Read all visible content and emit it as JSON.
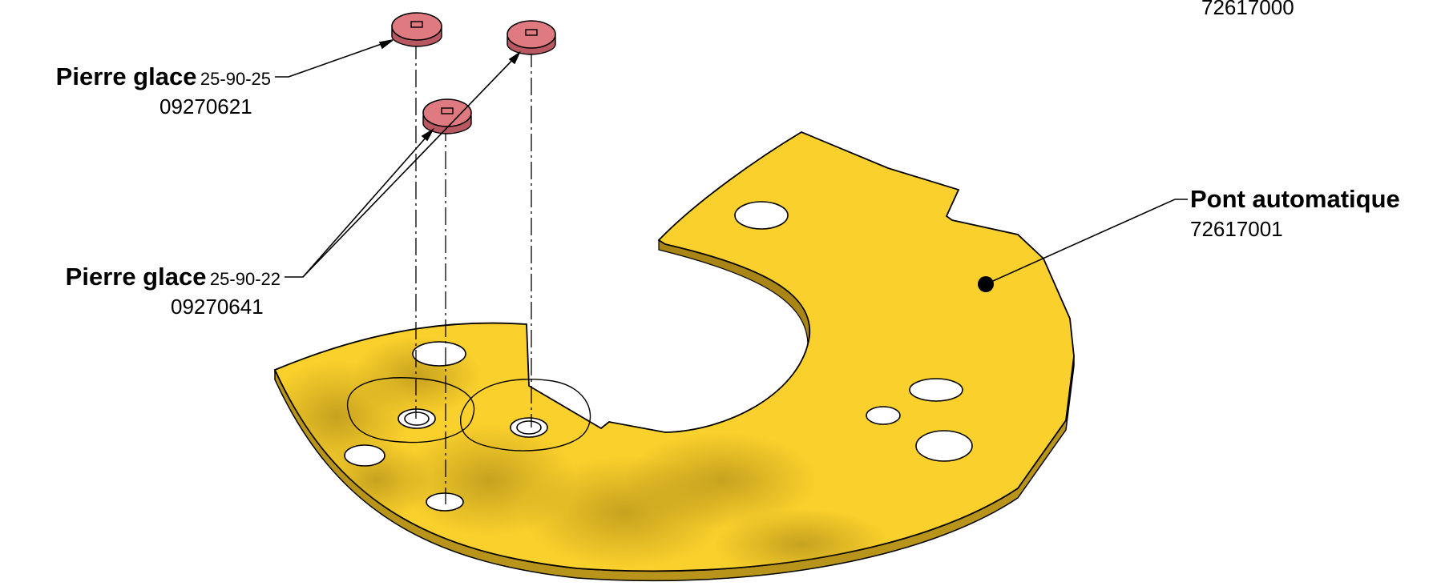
{
  "assembly_number": "72617000",
  "parts": {
    "jewel_1": {
      "name": "Pierre glace",
      "size": "25-90-25",
      "number": "09270621"
    },
    "jewel_2": {
      "name": "Pierre glace",
      "size": "25-90-22",
      "number": "09270641"
    },
    "bridge": {
      "name": "Pont automatique",
      "number": "72617001"
    }
  },
  "colors": {
    "bridge_top": "#FAD02C",
    "bridge_side": "#B8941A",
    "bridge_shadow": "#C9A21E",
    "jewel": "#DE7A80",
    "jewel_side": "#B85860",
    "outline": "#000000"
  }
}
